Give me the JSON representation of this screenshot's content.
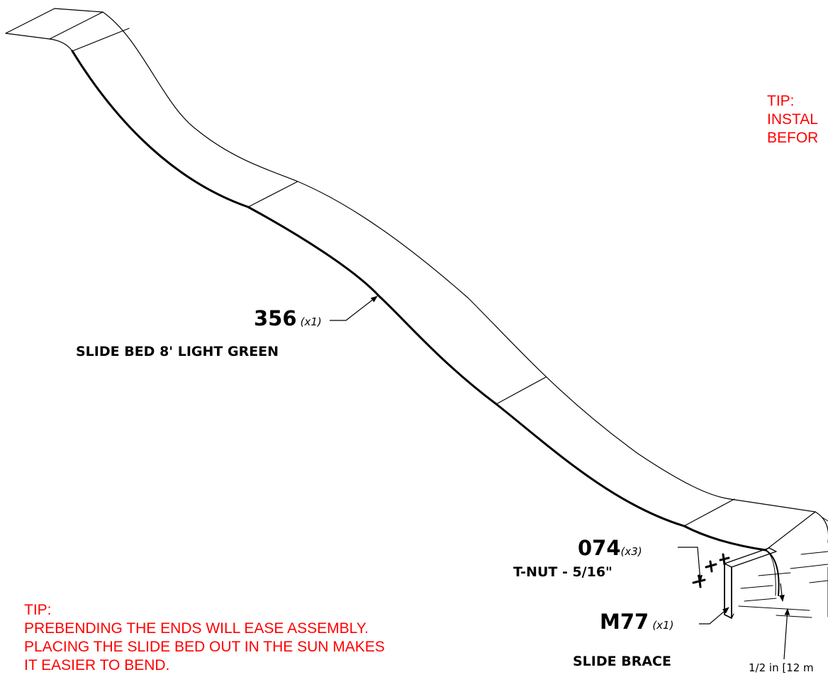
{
  "parts": [
    {
      "number": "356",
      "quantity": "(x1)",
      "name": "SLIDE BED 8' LIGHT GREEN"
    },
    {
      "number": "074",
      "quantity": "(x3)",
      "name": "T-NUT - 5/16\""
    },
    {
      "number": "M77",
      "quantity": "(x1)",
      "name": "SLIDE BRACE"
    }
  ],
  "tips": {
    "top_right": {
      "heading": "TIP:",
      "lines": [
        "INSTAL",
        "BEFOR"
      ]
    },
    "bottom_left": {
      "heading": "TIP:",
      "lines": [
        "PREBENDING THE ENDS WILL EASE ASSEMBLY.",
        "PLACING THE SLIDE BED OUT IN THE SUN MAKES",
        "IT EASIER TO BEND."
      ]
    }
  },
  "dimension": {
    "text": "1/2 in [12 m"
  },
  "colors": {
    "tip_text": "#ff0000",
    "line": "#000000"
  }
}
